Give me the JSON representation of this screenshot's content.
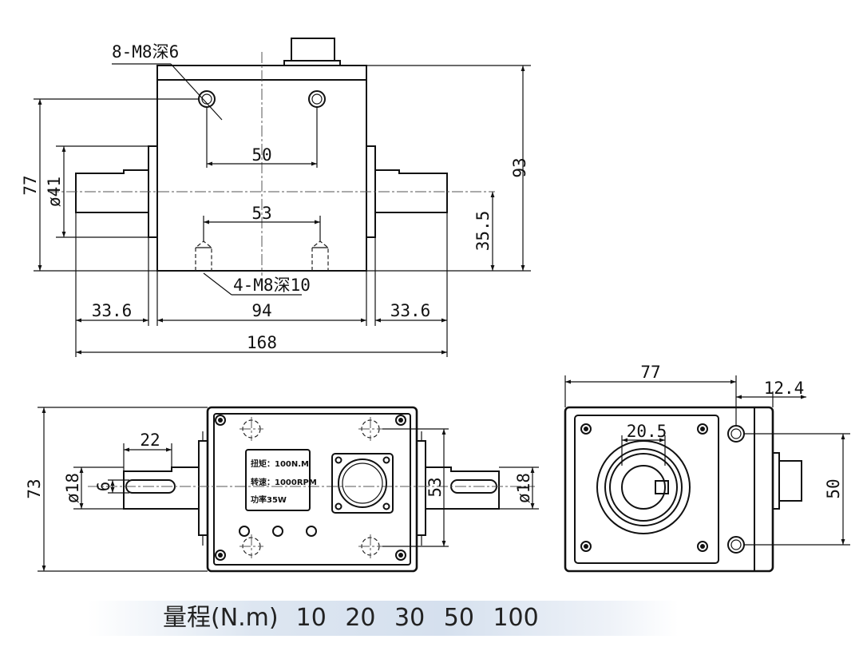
{
  "front_view": {
    "dims": {
      "holes_top": "8-M8深6",
      "holes_bottom": "4-M8深10",
      "spacing_top": "50",
      "spacing_bottom": "53",
      "height_overall": "93",
      "height_flange": "77",
      "shaft_diameter": "ø41",
      "axis_height": "35.5",
      "shaft_left": "33.6",
      "body_width": "94",
      "shaft_right": "33.6",
      "overall_length": "168"
    }
  },
  "top_view": {
    "dims": {
      "keyway_length": "22",
      "height": "73",
      "shaft_dia_left": "ø18",
      "key_width": "6",
      "hole_spacing": "53",
      "shaft_dia_right": "ø18"
    },
    "label": {
      "torque": "扭矩：100N.M",
      "speed": "转速：1000RPM",
      "power": "功率35W"
    }
  },
  "side_view": {
    "dims": {
      "width": "77",
      "offset": "12.4",
      "bore": "20.5",
      "hole_spacing": "50"
    }
  },
  "range": {
    "label": "量程(N.m)",
    "values": "10 20 30 50 100"
  }
}
